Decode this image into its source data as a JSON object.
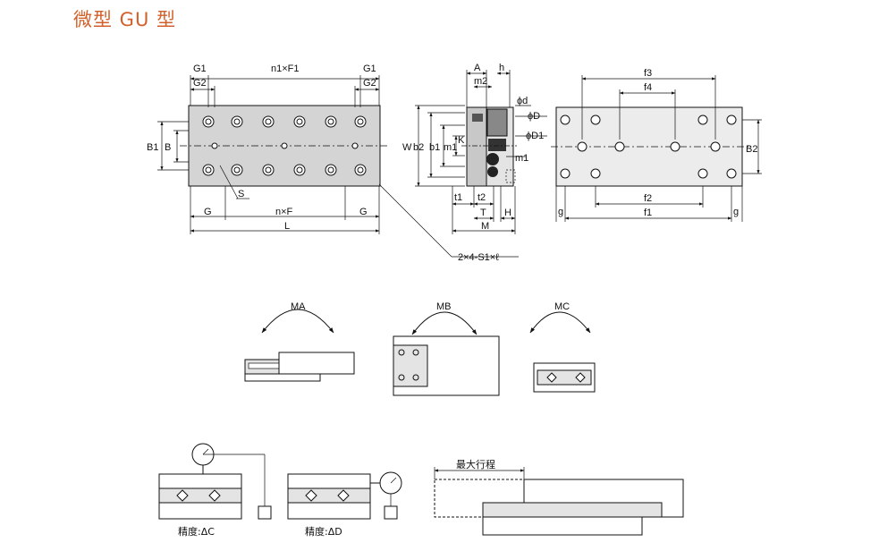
{
  "title": "微型 GU 型",
  "top_view": {
    "G1_left": "G1",
    "n1F1": "n1×F1",
    "G1_right": "G1",
    "G2_left": "G2",
    "G2_right": "G2",
    "B1": "B1",
    "B": "B",
    "S": "S",
    "G_left": "G",
    "nF": "n×F",
    "G_right": "G",
    "L": "L",
    "screw_note": "2×4-S1×ℓ"
  },
  "side_view": {
    "A": "A",
    "h": "h",
    "m2": "m2",
    "phi_d": "ϕd",
    "phi_D": "ϕD",
    "phi_D1": "ϕD1",
    "K": "K",
    "m1_right": "m1",
    "W": "W",
    "b2": "b2",
    "b1": "b1",
    "m1": "m1",
    "t1": "t1",
    "t2": "t2",
    "T": "T",
    "H": "H",
    "M": "M"
  },
  "bottom_view": {
    "f3": "f3",
    "f4": "f4",
    "B2": "B2",
    "f2": "f2",
    "f1": "f1",
    "g_left": "g",
    "g_right": "g"
  },
  "moments": {
    "MA": "MA",
    "MB": "MB",
    "MC": "MC"
  },
  "accuracy": {
    "dC": "精度:ΔC",
    "dD": "精度:ΔD",
    "max_stroke": "最大行程"
  }
}
